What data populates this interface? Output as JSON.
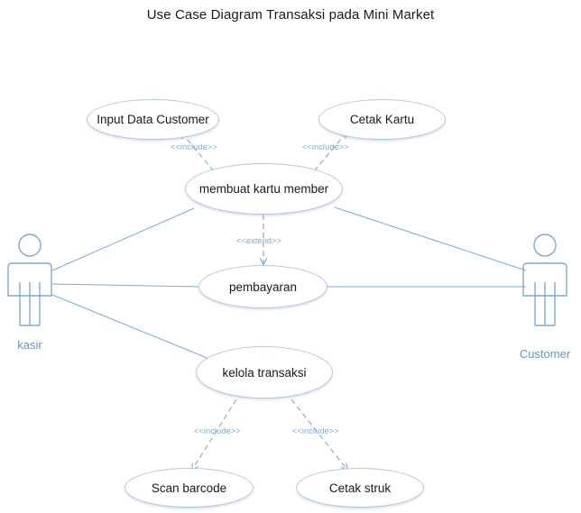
{
  "diagram": {
    "title": "Use Case Diagram Transaksi pada Mini Market",
    "type": "uml-use-case-diagram",
    "colors": {
      "ellipse_border": "#b9c8d8",
      "connector": "#7fa8d0",
      "relation_label": "#7fa8d0",
      "actor_stroke": "#7fa8d0",
      "actor_label": "#6d93c0",
      "title_text": "#1a1a1a",
      "background": "#ffffff"
    },
    "actors": [
      {
        "id": "kasir",
        "label": "kasir",
        "side": "left"
      },
      {
        "id": "customer",
        "label": "Customer",
        "side": "right"
      }
    ],
    "use_cases": [
      {
        "id": "input-data-customer",
        "label": "Input Data Customer"
      },
      {
        "id": "cetak-kartu",
        "label": "Cetak Kartu"
      },
      {
        "id": "membuat-kartu-member",
        "label": "membuat kartu member"
      },
      {
        "id": "pembayaran",
        "label": "pembayaran"
      },
      {
        "id": "kelola-transaksi",
        "label": "kelola transaksi"
      },
      {
        "id": "scan-barcode",
        "label": "Scan barcode"
      },
      {
        "id": "cetak-struk",
        "label": "Cetak struk"
      }
    ],
    "associations": [
      {
        "from": "kasir",
        "to": "membuat-kartu-member"
      },
      {
        "from": "kasir",
        "to": "pembayaran"
      },
      {
        "from": "kasir",
        "to": "kelola-transaksi"
      },
      {
        "from": "customer",
        "to": "membuat-kartu-member"
      },
      {
        "from": "customer",
        "to": "pembayaran"
      }
    ],
    "relations": [
      {
        "from": "membuat-kartu-member",
        "to": "input-data-customer",
        "stereotype": "<<include>>"
      },
      {
        "from": "membuat-kartu-member",
        "to": "cetak-kartu",
        "stereotype": "<<include>>"
      },
      {
        "from": "membuat-kartu-member",
        "to": "pembayaran",
        "stereotype": "<<extend>>"
      },
      {
        "from": "kelola-transaksi",
        "to": "scan-barcode",
        "stereotype": "<<include>>"
      },
      {
        "from": "kelola-transaksi",
        "to": "cetak-struk",
        "stereotype": "<<include>>"
      }
    ],
    "relation_labels": {
      "include_left_top": "<<include>>",
      "include_right_top": "<<include>>",
      "extend_center": "<<extend>>",
      "include_left_bottom": "<<include>>",
      "include_right_bottom": "<<include>>"
    }
  }
}
